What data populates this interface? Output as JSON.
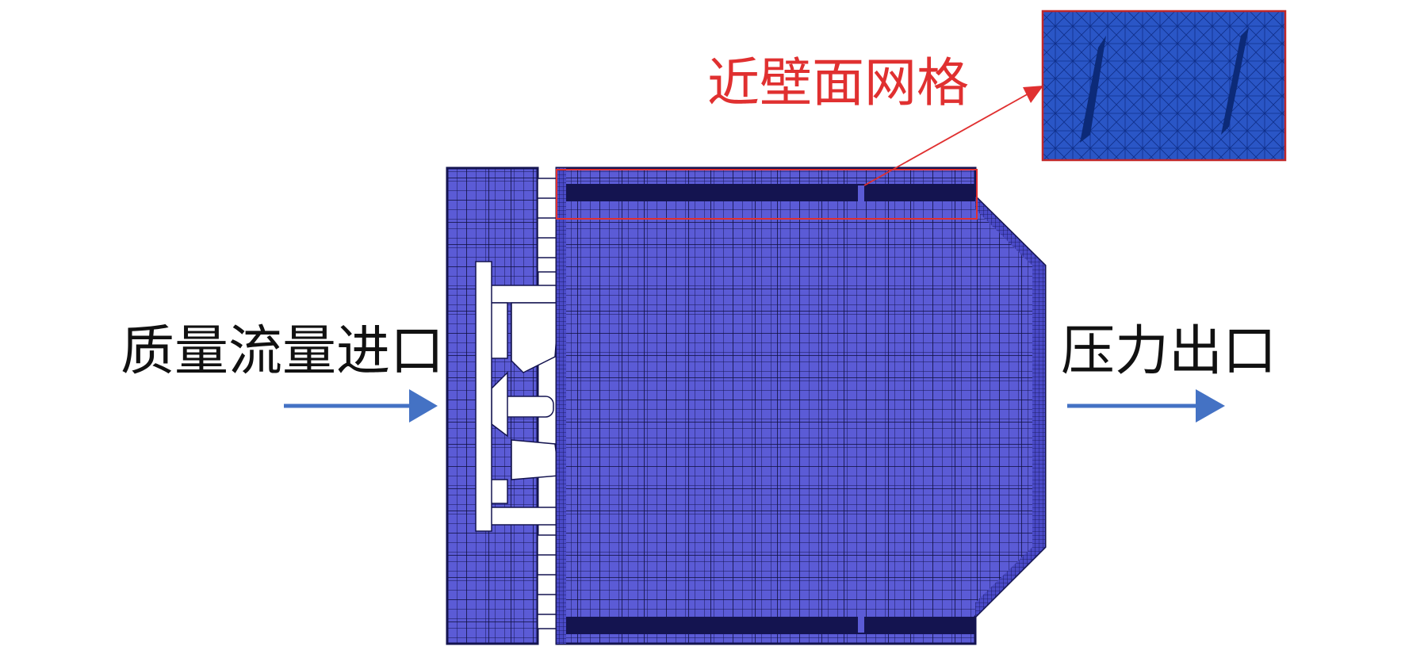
{
  "labels": {
    "inlet": "质量流量进口",
    "outlet": "压力出口",
    "near_wall": "近壁面网格"
  },
  "colors": {
    "mesh_fill": "#5b5bd6",
    "mesh_line": "#141450",
    "zoom_fill": "#2a56c6",
    "arrow": "#4472c4",
    "callout": "#e03030",
    "text": "#111111"
  },
  "icons": {
    "inlet_arrow": "right-arrow-icon",
    "outlet_arrow": "right-arrow-icon"
  }
}
